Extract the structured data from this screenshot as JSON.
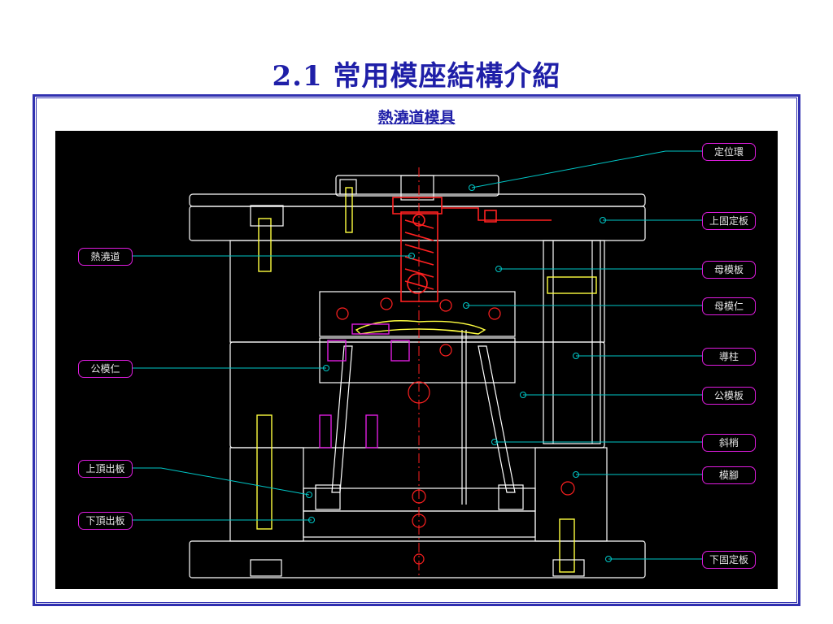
{
  "title": "2.1 常用模座結構介紹",
  "subtitle": "熱澆道模具",
  "labels": {
    "right": [
      "定位環",
      "上固定板",
      "母模板",
      "母模仁",
      "導柱",
      "公模板",
      "斜梢",
      "模腳",
      "下固定板"
    ],
    "left": [
      "熱澆道",
      "公模仁",
      "上頂出板",
      "下頂出板"
    ]
  },
  "colors": {
    "title": "#1f1fa8",
    "frame": "#3030b0",
    "cad_background": "#000000",
    "structure_lines": "#ffffff",
    "leader_lines": "#00c8c8",
    "label_border": "#e01ce0",
    "hot_runner": "#ff2020",
    "center_line": "#ff2020",
    "guide_parts": "#ffff40",
    "core_parts": "#e01ce0"
  }
}
